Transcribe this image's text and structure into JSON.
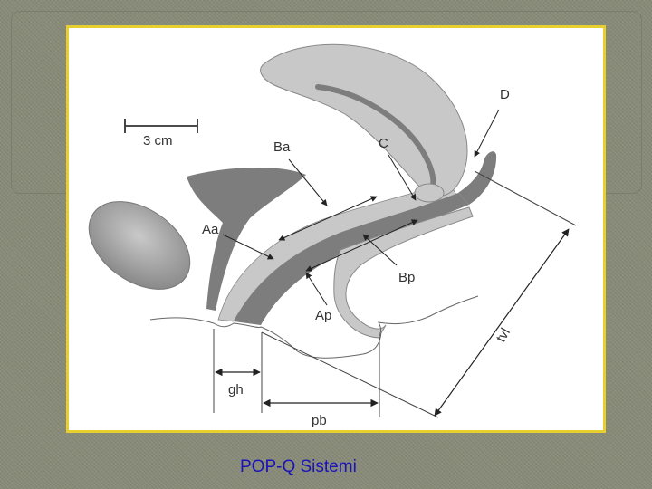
{
  "diagram": {
    "scale_bar_label": "3 cm",
    "labels": {
      "Ba": "Ba",
      "C": "C",
      "D": "D",
      "Aa": "Aa",
      "Bp": "Bp",
      "Ap": "Ap",
      "tvl": "tvl",
      "gh": "gh",
      "pb": "pb"
    }
  },
  "caption": "POP-Q Sistemi",
  "colors": {
    "frame_border": "#e6cf2e",
    "caption_text": "#1a13b8",
    "organ_light": "#c8c8c8",
    "organ_dark": "#7d7d7d"
  }
}
